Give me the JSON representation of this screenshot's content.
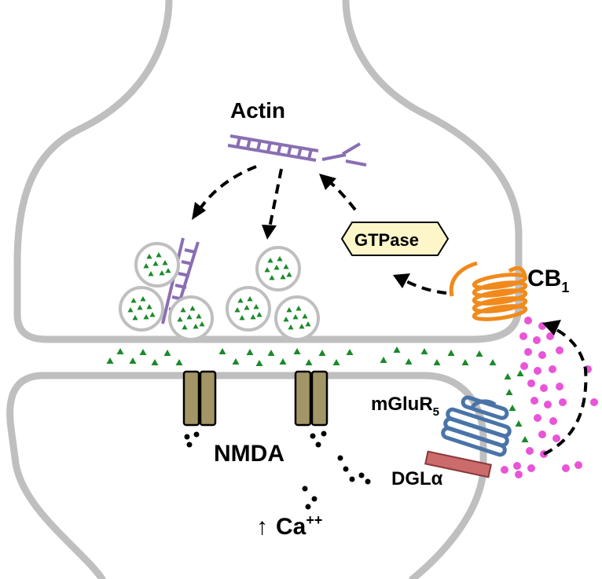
{
  "labels": {
    "actin": "Actin",
    "gtpase": "GTPase",
    "cb_main": "CB",
    "cb_sub": "1",
    "mglur_main": "mGluR",
    "mglur_sub": "5",
    "dgl_main": "DGL",
    "dgl_greek": "α",
    "nmda": "NMDA",
    "ca_arrow": "↑",
    "ca_main": "Ca",
    "ca_sup": "++"
  },
  "colors": {
    "membrane": "#bfbfbf",
    "actin": "#8a6fb3",
    "vesicle_border": "#bfbfbf",
    "neurotransmitter": "#1a8a2a",
    "gtpase_fill": "#fdf6c8",
    "cb1": "#f08a1c",
    "endocannabinoid": "#e855d8",
    "mglur": "#4a74a8",
    "dgl": "#cc6b6b",
    "nmda": "#a39666",
    "arrow": "#000000"
  },
  "icons": {
    "nmda_receptor": "nmda-receptor-icon",
    "cb1_receptor": "cb1-receptor-icon",
    "mglur_receptor": "mglur5-receptor-icon",
    "dgl_enzyme": "dgl-alpha-enzyme-icon",
    "vesicle": "synaptic-vesicle-icon",
    "actin_filament": "actin-filament-icon"
  }
}
